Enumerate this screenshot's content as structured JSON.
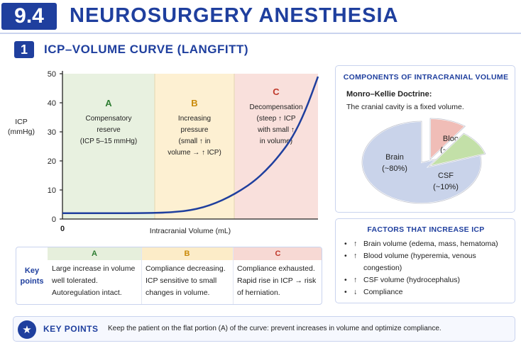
{
  "header": {
    "section_number": "9.4",
    "title": "NEUROSURGERY ANESTHESIA"
  },
  "subheader": {
    "number": "1",
    "title": "ICP–VOLUME CURVE (LANGFITT)"
  },
  "chart_data": {
    "type": "line",
    "ylabel": "ICP\n(mmHg)",
    "xlabel": "Intracranial Volume (mL)",
    "ylim": [
      0,
      50
    ],
    "yticks": [
      0,
      10,
      20,
      30,
      40,
      50
    ],
    "xticks": [
      "0"
    ],
    "x": [
      0,
      0.1,
      0.2,
      0.3,
      0.4,
      0.45,
      0.5,
      0.55,
      0.6,
      0.65,
      0.7,
      0.75,
      0.8,
      0.85,
      0.9,
      0.95,
      1.0
    ],
    "y": [
      2,
      2,
      2,
      2,
      2.2,
      2.5,
      3,
      4,
      5.5,
      7.5,
      10,
      13,
      17,
      22,
      28,
      37,
      49
    ],
    "zones": [
      {
        "id": "A",
        "letter": "A",
        "lines": [
          "Compensatory",
          "reserve",
          "(ICP 5–15 mmHg)"
        ],
        "color": "#e8f1e0",
        "letter_color": "#2e7d32"
      },
      {
        "id": "B",
        "letter": "B",
        "lines": [
          "Increasing",
          "pressure",
          "(small ↑ in",
          "volume → ↑ ICP)"
        ],
        "color": "#fdf0d2",
        "letter_color": "#c98a0a"
      },
      {
        "id": "C",
        "letter": "C",
        "lines": [
          "Decompensation",
          "(steep ↑ ICP",
          "with small ↑",
          "in volume)"
        ],
        "color": "#f9e0dc",
        "letter_color": "#c0392b"
      }
    ],
    "line_color": "#1f3f9e",
    "grid": false
  },
  "key_points": {
    "label": [
      "Key",
      "points"
    ],
    "columns": [
      {
        "letter": "A",
        "lines": [
          "Large increase in volume",
          "well tolerated.",
          "Autoregulation intact."
        ],
        "head_bg": "#e6efdc",
        "head_color": "#2e7d32"
      },
      {
        "letter": "B",
        "lines": [
          "Compliance decreasing.",
          "ICP sensitive to small",
          "changes in volume."
        ],
        "head_bg": "#fcecc8",
        "head_color": "#c98a0a"
      },
      {
        "letter": "C",
        "lines": [
          "Compliance exhausted.",
          "Rapid rise in ICP → risk",
          "of herniation."
        ],
        "head_bg": "#f7d9d4",
        "head_color": "#c0392b"
      }
    ]
  },
  "components": {
    "title": "COMPONENTS OF INTRACRANIAL VOLUME",
    "doctrine_title": "Monro–Kellie Doctrine:",
    "doctrine_text": "The cranial cavity is a fixed volume.",
    "slices": [
      {
        "name": "Brain",
        "pct_label": "(~80%)",
        "value": 80,
        "color": "#c9d3ea"
      },
      {
        "name": "Blood",
        "pct_label": "(~10%)",
        "value": 10,
        "color": "#f0bdb7"
      },
      {
        "name": "CSF",
        "pct_label": "(~10%)",
        "value": 10,
        "color": "#c3e0a8"
      }
    ]
  },
  "factors": {
    "title": "FACTORS THAT INCREASE ICP",
    "items": [
      {
        "arrow": "↑",
        "text": "Brain volume (edema, mass, hematoma)"
      },
      {
        "arrow": "↑",
        "text": "Blood volume (hyperemia, venous congestion)"
      },
      {
        "arrow": "↑",
        "text": "CSF volume (hydrocephalus)"
      },
      {
        "arrow": "↓",
        "text": "Compliance"
      }
    ]
  },
  "banner": {
    "icon": "star-icon",
    "label": "KEY POINTS",
    "text": "Keep the patient on the flat portion (A) of the curve: prevent increases in volume and optimize compliance."
  }
}
